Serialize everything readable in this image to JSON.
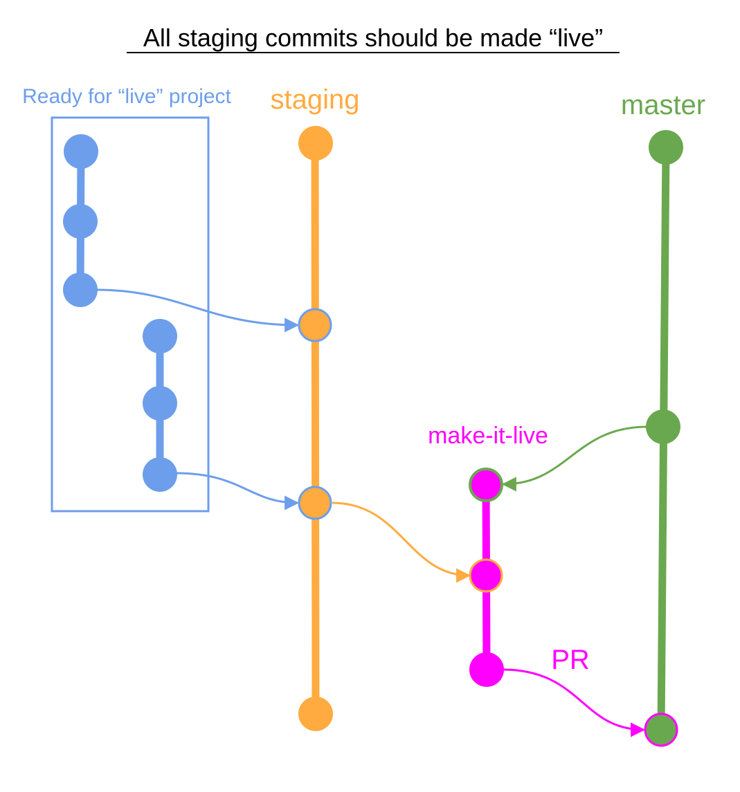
{
  "title": "All staging commits should be made “live”",
  "group_label": "Ready for “live” project",
  "branches": {
    "staging": {
      "label": "staging",
      "color": "#ffab40"
    },
    "master": {
      "label": "master",
      "color": "#6aa84f"
    },
    "make_it_live": {
      "label": "make-it-live",
      "color": "#ff00ff"
    },
    "feature": {
      "color": "#6d9eeb"
    }
  },
  "pr_label": "PR",
  "colors": {
    "blue": "#6d9eeb",
    "orange": "#ffab40",
    "green": "#6aa84f",
    "magenta": "#ff00ff",
    "title": "#000000"
  }
}
